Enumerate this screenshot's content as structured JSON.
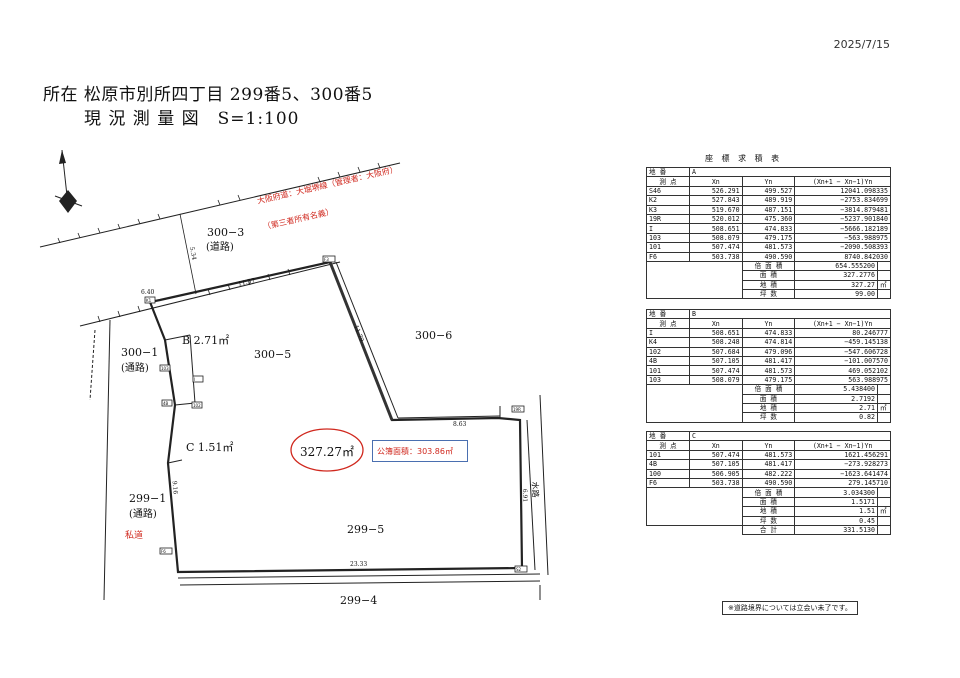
{
  "date": "2025/7/15",
  "header": {
    "location": "所在 松原市別所四丁目 299番5、300番5",
    "survey_title": "現 況 測 量 図　S=1:100"
  },
  "plot_labels": {
    "road_300_3": "300−3",
    "road_300_3_sub": "(道路)",
    "osaka_road": "大阪府道：大堀堺線（管理者：大阪府）",
    "third_party": "（第三者所有名義）",
    "lot_300_5": "300−5",
    "lot_300_6": "300−6",
    "road_300_1": "300−1",
    "road_300_1_sub": "(通路)",
    "lot_299_1": "299−1",
    "lot_299_1_sub": "(通路)",
    "private_road": "私道",
    "lot_299_5": "299−5",
    "lot_299_4": "299−4",
    "area_b": "B 2.71㎡",
    "area_c": "C 1.51㎡",
    "total_area": "327.27㎡",
    "register_area": "公簿面積：303.86㎡",
    "waterway": "水路",
    "dim_top": "11.37",
    "dim_right_diag": "11.79",
    "dim_bottom_inner": "8.63",
    "dim_bottom": "23.33",
    "dim_left_upper": "6.40",
    "dim_road": "5.34",
    "dim_right_lower": "6.91",
    "dim_left": "9.16"
  },
  "point_labels": [
    "F3",
    "K1",
    "I",
    "103",
    "102",
    "4B",
    "101",
    "100",
    "F6",
    "K4",
    "S46",
    "K2",
    "K3",
    "19R",
    "S2"
  ],
  "coord_title": "座 標 求 積 表",
  "table_a": {
    "lot": "A",
    "headers": [
      "地 番",
      "測 点",
      "Xn",
      "Yn",
      "(Xn+1 − Xn−1)Yn"
    ],
    "rows": [
      [
        "S46",
        "526.291",
        "499.527",
        "12041.098335"
      ],
      [
        "K2",
        "527.843",
        "489.919",
        "−2753.834699"
      ],
      [
        "K3",
        "519.670",
        "487.151",
        "−3814.879481"
      ],
      [
        "19R",
        "520.012",
        "475.360",
        "−5237.901840"
      ],
      [
        "I",
        "508.651",
        "474.833",
        "−5666.182189"
      ],
      [
        "103",
        "508.079",
        "479.175",
        "−563.988975"
      ],
      [
        "101",
        "507.474",
        "481.573",
        "−2090.508393"
      ],
      [
        "F6",
        "503.738",
        "490.590",
        "8740.842030"
      ]
    ],
    "summary": [
      [
        "倍 面 積",
        "654.555200",
        ""
      ],
      [
        "面 積",
        "327.2776",
        ""
      ],
      [
        "地 積",
        "327.27",
        "㎡"
      ],
      [
        "坪 数",
        "99.00",
        ""
      ]
    ]
  },
  "table_b": {
    "lot": "B",
    "headers": [
      "地 番",
      "測 点",
      "Xn",
      "Yn",
      "(Xn+1 − Xn−1)Yn"
    ],
    "rows": [
      [
        "I",
        "508.651",
        "474.833",
        "80.246777"
      ],
      [
        "K4",
        "508.248",
        "474.814",
        "−459.145138"
      ],
      [
        "102",
        "507.684",
        "479.096",
        "−547.606728"
      ],
      [
        "4B",
        "507.105",
        "481.417",
        "−101.007570"
      ],
      [
        "101",
        "507.474",
        "481.573",
        "469.052102"
      ],
      [
        "103",
        "508.079",
        "479.175",
        "563.988975"
      ]
    ],
    "summary": [
      [
        "倍 面 積",
        "5.438400",
        ""
      ],
      [
        "面 積",
        "2.7192",
        ""
      ],
      [
        "地 積",
        "2.71",
        "㎡"
      ],
      [
        "坪 数",
        "0.82",
        ""
      ]
    ]
  },
  "table_c": {
    "lot": "C",
    "headers": [
      "地 番",
      "測 点",
      "Xn",
      "Yn",
      "(Xn+1 − Xn−1)Yn"
    ],
    "rows": [
      [
        "101",
        "507.474",
        "481.573",
        "1621.456291"
      ],
      [
        "4B",
        "507.105",
        "481.417",
        "−273.928273"
      ],
      [
        "100",
        "506.905",
        "482.222",
        "−1623.641474"
      ],
      [
        "F6",
        "503.738",
        "490.590",
        "279.145710"
      ]
    ],
    "summary": [
      [
        "倍 面 積",
        "3.034300",
        ""
      ],
      [
        "面 積",
        "1.5171",
        ""
      ],
      [
        "地 積",
        "1.51",
        "㎡"
      ],
      [
        "坪 数",
        "0.45",
        ""
      ]
    ],
    "grand_total_label": "合 計",
    "grand_total": "331.5130"
  },
  "footnote": "※道路境界については立会い未了です。"
}
